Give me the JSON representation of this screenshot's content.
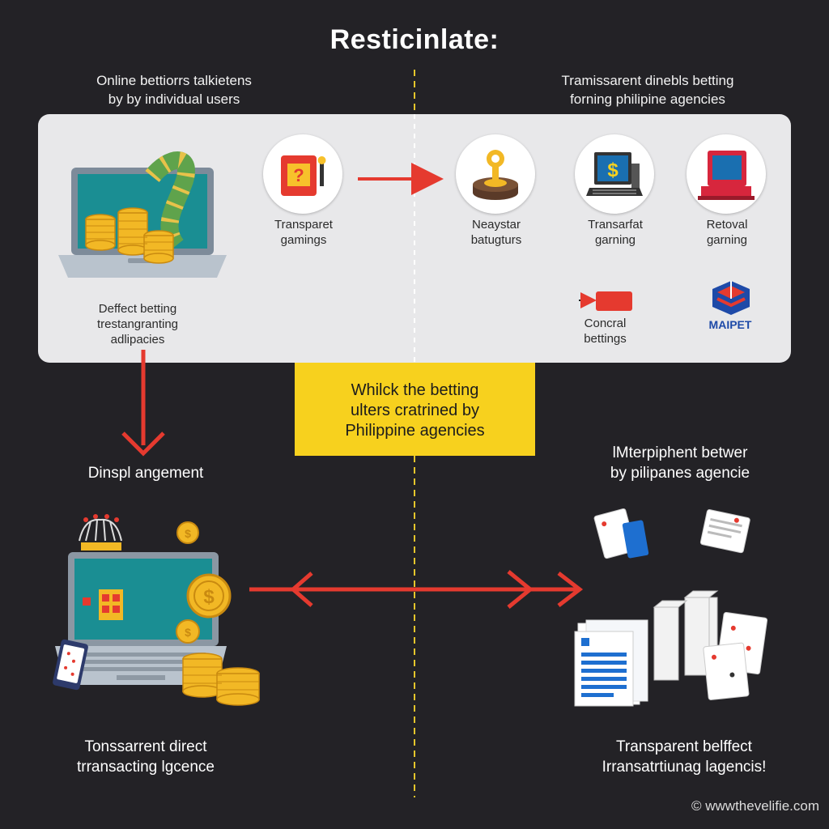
{
  "title": "Resticinlate:",
  "top_left_caption": [
    "Online bettiorrs talkietens",
    "by by individual users"
  ],
  "top_right_caption": [
    "Tramissarent dinebls betting",
    "forning philipine agencies"
  ],
  "panel": {
    "left_caption": [
      "Deffect betting",
      "trestangranting",
      "adlipacies"
    ],
    "items": [
      {
        "label": [
          "Transparet",
          "gamings"
        ],
        "icon": "slot-machine-icon"
      },
      {
        "label": [
          "Neaystar",
          "batugturs"
        ],
        "icon": "joystick-icon"
      },
      {
        "label": [
          "Transarfat",
          "garning"
        ],
        "icon": "dollar-computer-icon"
      },
      {
        "label": [
          "Retoval",
          "garning"
        ],
        "icon": "arcade-machine-icon"
      }
    ],
    "concral_label": [
      "Concral",
      "bettings"
    ],
    "logo_text": "MAIPET"
  },
  "yellow_box": [
    "Whilck the betting",
    "ulters cratrined by",
    "Philippine agencies"
  ],
  "mid_left_caption": "Dinspl angement",
  "mid_right_caption": [
    "lMterpiphent betwer",
    "by pilipanes agencie"
  ],
  "bottom_left_caption": [
    "Tonssarrent direct",
    "trransacting lgcence"
  ],
  "bottom_right_caption": [
    "Transparent belffect",
    "Irransatrtiunag lagencis!"
  ],
  "footer": "© wwwthevelifie.com",
  "colors": {
    "background": "#232226",
    "panel": "#e8e8ea",
    "accent_red": "#e53a2f",
    "accent_yellow": "#f7d11e",
    "divider": "#e5c62b"
  }
}
